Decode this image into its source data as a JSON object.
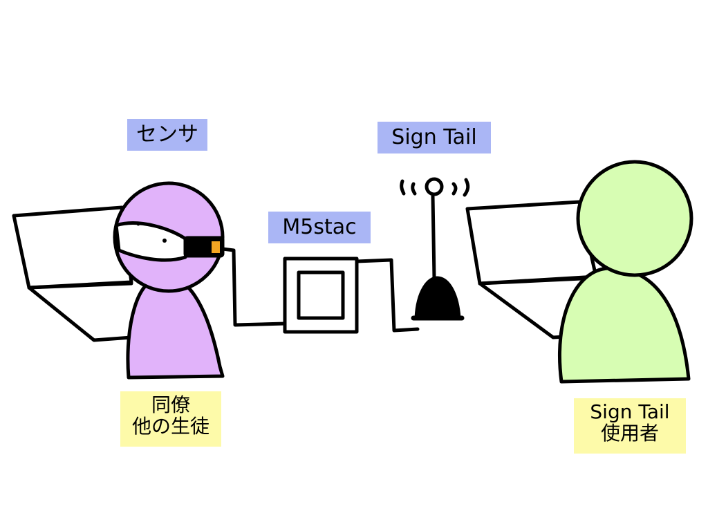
{
  "labels": {
    "sensor": "センサ",
    "sign_tail_device": "Sign Tail",
    "m5stack": "M5stac",
    "colleague": [
      "同僚",
      "他の生徒"
    ],
    "user": [
      "Sign Tail",
      "使用者"
    ]
  },
  "colors": {
    "label_blue": "#aab6f5",
    "label_yellow": "#fdfaa9",
    "colleague_person": "#e1b3fa",
    "user_person": "#d7fdb3",
    "sensor_accent": "#f5a623",
    "outline": "#000000"
  }
}
